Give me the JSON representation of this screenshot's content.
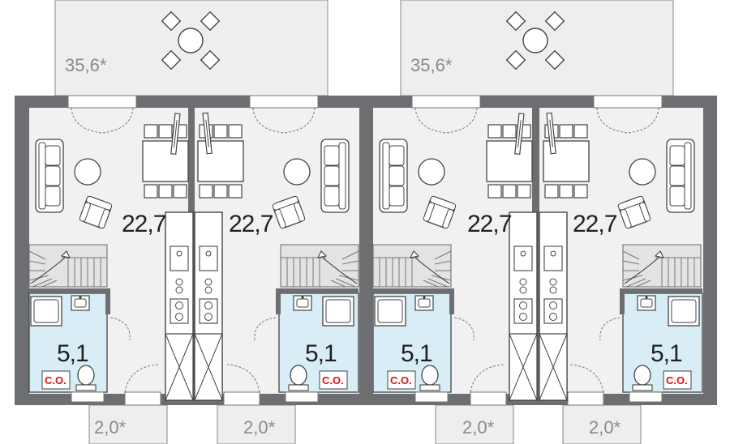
{
  "colors": {
    "wall": "#6d6e71",
    "floor": "#f1f1f2",
    "terrace": "#eeeeee",
    "bath": "#d9edf7",
    "line": "#555555",
    "text": "#231f20",
    "muted_text": "#8a8a8a",
    "co_red": "#d7141a"
  },
  "terraces": [
    {
      "area": "35,6*"
    },
    {
      "area": "35,6*"
    }
  ],
  "entrances": [
    {
      "area": "2,0*"
    },
    {
      "area": "2,0*"
    },
    {
      "area": "2,0*"
    },
    {
      "area": "2,0*"
    }
  ],
  "units": [
    {
      "living_area": "22,7",
      "bath_area": "5,1",
      "co_label": "C.O."
    },
    {
      "living_area": "22,7",
      "bath_area": "5,1",
      "co_label": "C.O."
    },
    {
      "living_area": "22,7",
      "bath_area": "5,1",
      "co_label": "C.O."
    },
    {
      "living_area": "22,7",
      "bath_area": "5,1",
      "co_label": "C.O."
    }
  ],
  "icons": [
    "table-set-icon",
    "sofa-icon",
    "armchair-icon",
    "round-table-icon",
    "dining-table-icon",
    "tv-icon",
    "sink-icon",
    "stove-icon",
    "toilet-icon",
    "washbasin-icon",
    "shower-icon",
    "stair-icon",
    "door-icon"
  ]
}
